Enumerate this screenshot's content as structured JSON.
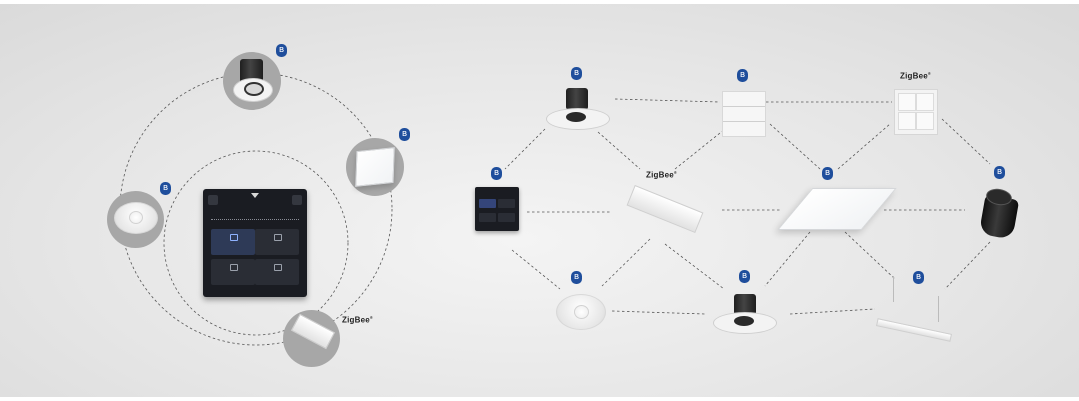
{
  "labels": {
    "bluetooth_glyph": "ʙ",
    "zigbee": "ZigBee"
  },
  "icons": {
    "bluetooth": "bluetooth-icon",
    "zigbee": "zigbee-logo"
  },
  "colors": {
    "bluetooth_badge": "#1f4e9c",
    "background": "#e6e6e6",
    "device_disc": "#a7a7a7"
  }
}
